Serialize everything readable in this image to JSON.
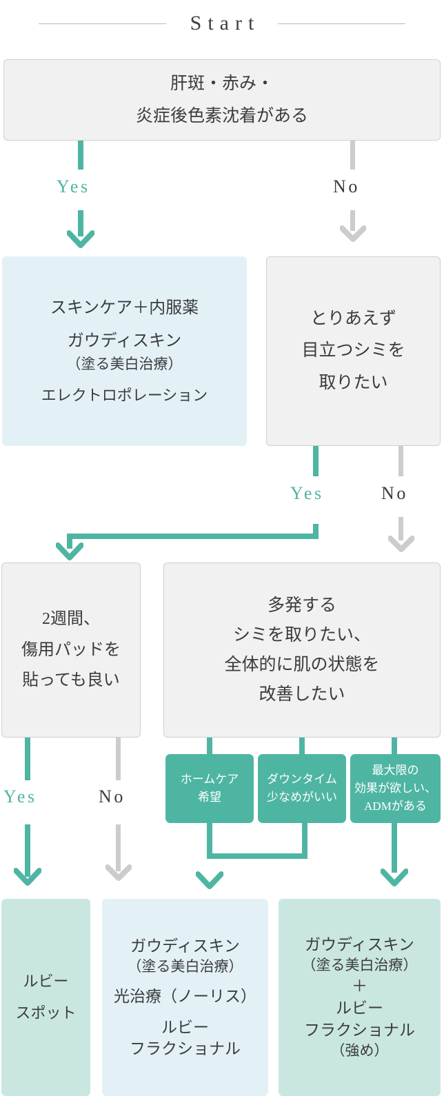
{
  "header": {
    "title": "Start"
  },
  "labels": {
    "yes": "Yes",
    "no": "No"
  },
  "colors": {
    "teal": "#4fb5a3",
    "gray_line": "#cccccc",
    "box_gray_bg": "#f1f1f1",
    "box_gray_border": "#cfcfcf",
    "box_blue_bg": "#e3f1f7",
    "box_mint_bg": "#c9e7e0",
    "box_teal_bg": "#4fb5a3",
    "text": "#3b3b3b"
  },
  "nodes": {
    "q1": {
      "id": "question-melasma",
      "lines": [
        "肝斑・赤み・",
        "炎症後色素沈着がある"
      ]
    },
    "r1": {
      "id": "result-skincare",
      "groups": [
        [
          "スキンケア＋内服薬"
        ],
        [
          "ガウディスキン",
          "（塗る美白治療）"
        ],
        [
          "エレクトロポレーション"
        ]
      ]
    },
    "q2": {
      "id": "question-remove-spots",
      "lines": [
        "とりあえず",
        "目立つシミを",
        "取りたい"
      ]
    },
    "q3": {
      "id": "question-wound-pad",
      "lines": [
        "2週間、",
        "傷用パッドを",
        "貼っても良い"
      ]
    },
    "q4": {
      "id": "question-multiple-spots",
      "lines": [
        "多発する",
        "シミを取りたい、",
        "全体的に肌の状態を",
        "改善したい"
      ]
    },
    "o1": {
      "id": "option-homecare",
      "lines": [
        "ホームケア",
        "希望"
      ]
    },
    "o2": {
      "id": "option-downtime",
      "lines": [
        "ダウンタイム",
        "少なめがいい"
      ]
    },
    "o3": {
      "id": "option-max-effect",
      "lines": [
        "最大限の",
        "効果が欲しい、",
        "ADMがある"
      ]
    },
    "r2": {
      "id": "result-ruby-spot",
      "groups": [
        [
          "ルビー",
          "スポット"
        ]
      ]
    },
    "r3": {
      "id": "result-gaudiskin-photo",
      "groups": [
        [
          "ガウディスキン",
          "（塗る美白治療）"
        ],
        [
          "光治療（ノーリス）"
        ],
        [
          "ルビー",
          "フラクショナル"
        ]
      ]
    },
    "r4": {
      "id": "result-gaudiskin-ruby-strong",
      "groups": [
        [
          "ガウディスキン",
          "（塗る美白治療）",
          "＋",
          "ルビー",
          "フラクショナル",
          "（強め）"
        ]
      ]
    }
  }
}
